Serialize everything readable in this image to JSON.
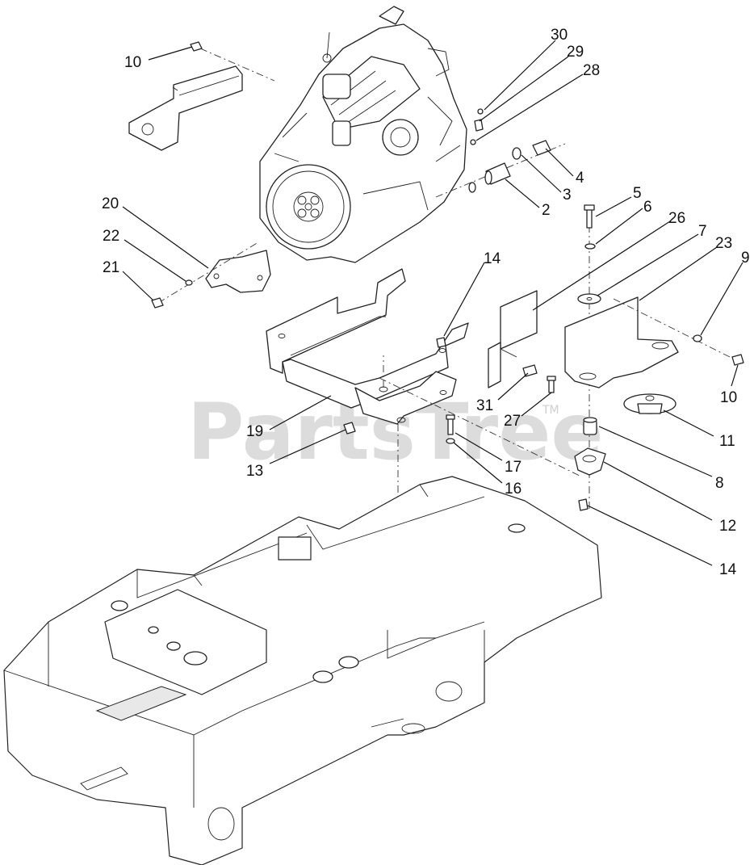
{
  "watermark": {
    "text": "PartsTree",
    "trademark": "TM"
  },
  "callouts": {
    "c30": "30",
    "c29": "29",
    "c28": "28",
    "c10a": "10",
    "c4": "4",
    "c3": "3",
    "c2": "2",
    "c5": "5",
    "c6": "6",
    "c26": "26",
    "c7": "7",
    "c23": "23",
    "c9": "9",
    "c20": "20",
    "c22": "22",
    "c21": "21",
    "c14a": "14",
    "c10b": "10",
    "c31": "31",
    "c27": "27",
    "c19": "19",
    "c11": "11",
    "c17": "17",
    "c13": "13",
    "c16": "16",
    "c8": "8",
    "c12": "12",
    "c14b": "14"
  }
}
